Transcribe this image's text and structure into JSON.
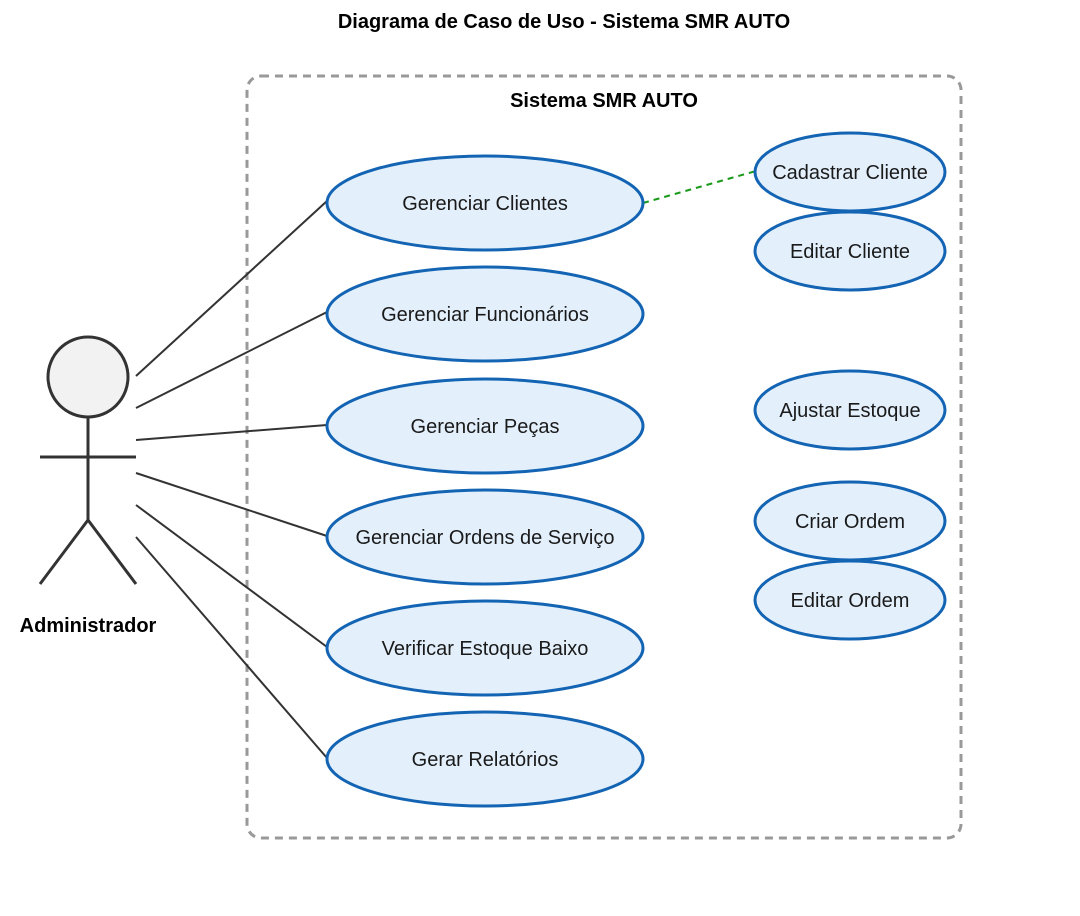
{
  "diagram": {
    "title": "Diagrama de Caso de Uso - Sistema SMR AUTO",
    "system_boundary": {
      "label": "Sistema SMR AUTO"
    },
    "actor": {
      "name": "Administrador",
      "icon": "stick-figure-icon"
    },
    "use_cases": [
      {
        "id": "gerenciar-clientes",
        "label": "Gerenciar Clientes"
      },
      {
        "id": "gerenciar-funcionarios",
        "label": "Gerenciar Funcionários"
      },
      {
        "id": "gerenciar-pecas",
        "label": "Gerenciar Peças"
      },
      {
        "id": "gerenciar-ordens",
        "label": "Gerenciar Ordens de Serviço"
      },
      {
        "id": "verificar-estoque",
        "label": "Verificar Estoque Baixo"
      },
      {
        "id": "gerar-relatorios",
        "label": "Gerar Relatórios"
      },
      {
        "id": "cadastrar-cliente",
        "label": "Cadastrar Cliente"
      },
      {
        "id": "editar-cliente",
        "label": "Editar Cliente"
      },
      {
        "id": "ajustar-estoque",
        "label": "Ajustar Estoque"
      },
      {
        "id": "criar-ordem",
        "label": "Criar Ordem"
      },
      {
        "id": "editar-ordem",
        "label": "Editar Ordem"
      }
    ],
    "associations": [
      {
        "from": "actor",
        "to": "gerenciar-clientes",
        "style": "solid"
      },
      {
        "from": "actor",
        "to": "gerenciar-funcionarios",
        "style": "solid"
      },
      {
        "from": "actor",
        "to": "gerenciar-pecas",
        "style": "solid"
      },
      {
        "from": "actor",
        "to": "gerenciar-ordens",
        "style": "solid"
      },
      {
        "from": "actor",
        "to": "verificar-estoque",
        "style": "solid"
      },
      {
        "from": "actor",
        "to": "gerar-relatorios",
        "style": "solid"
      },
      {
        "from": "gerenciar-clientes",
        "to": "cadastrar-cliente",
        "style": "dashed"
      }
    ],
    "colors": {
      "use_case_fill": "#e3f0fc",
      "use_case_stroke": "#1464b4",
      "boundary_stroke": "#999999",
      "association": "#333333",
      "dependency": "#1a9a1a"
    }
  }
}
